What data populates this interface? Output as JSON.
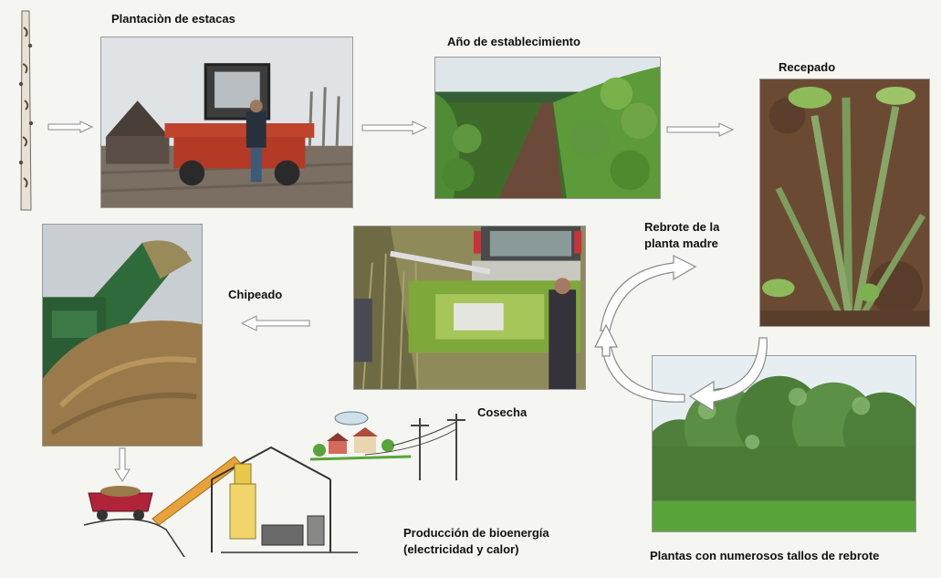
{
  "labels": {
    "plantation": "Plantaciòn de estacas",
    "establishment": "Año de establecimiento",
    "cutback": "Recepado",
    "resprout_line1": "Rebrote de la",
    "resprout_line2": "planta madre",
    "chipping": "Chipeado",
    "harvest": "Cosecha",
    "bioenergy_line1": "Producción de bioenergía",
    "bioenergy_line2": "(electricidad y calor)",
    "multistem": "Plantas con numerosos tallos de rebrote"
  },
  "colors": {
    "background": "#f5f5f1",
    "arrow_outline": "#8a8a8a",
    "field_green": "#4e8a2e",
    "soil_brown": "#6b4a34",
    "chips": "#9a7a4a",
    "machine_green": "#2f6b3a",
    "conveyor_orange": "#e7a33a",
    "trailer_red": "#b0243a"
  }
}
